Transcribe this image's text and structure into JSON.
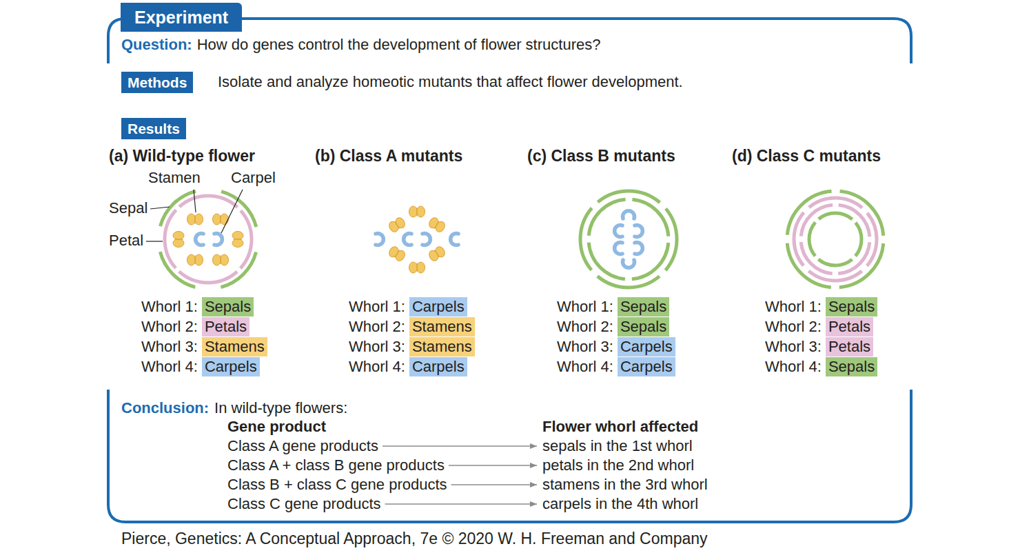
{
  "diagram": {
    "caption": "Pierce, Genetics: A Conceptual Approach, 7e © 2020 W. H. Freeman and Company",
    "nodes": [
      {
        "text": [
          "Experiment"
        ]
      },
      {
        "text": [
          "Methods"
        ]
      },
      {
        "text": [
          "Results"
        ]
      },
      {
        "text": [
          "Sepals"
        ]
      },
      {
        "text": [
          "Petals"
        ]
      },
      {
        "text": [
          "Stamens"
        ]
      },
      {
        "text": [
          "Carpels"
        ]
      },
      {
        "text": [
          "Carpels"
        ]
      },
      {
        "text": [
          "Stamens"
        ]
      },
      {
        "text": [
          "Stamens"
        ]
      },
      {
        "text": [
          "Carpels"
        ]
      },
      {
        "text": [
          "Sepals"
        ]
      },
      {
        "text": [
          "Sepals"
        ]
      },
      {
        "text": [
          "Carpels"
        ]
      },
      {
        "text": [
          "Carpels"
        ]
      },
      {
        "text": [
          "Sepals"
        ]
      },
      {
        "text": [
          "Petals"
        ]
      },
      {
        "text": [
          "Petals"
        ]
      },
      {
        "text": [
          "Sepals"
        ]
      }
    ],
    "labels": [
      "Question:",
      "How do genes control the development of flower structures?",
      "Isolate and analyze homeotic mutants that affect flower development.",
      "(a) Wild-type flower",
      "(b) Class A mutants",
      "(c) Class B mutants",
      "(d) Class C mutants",
      "Stamen",
      "Carpel",
      "Sepal",
      "Petal",
      "Whorl 1:",
      "Whorl 2:",
      "Whorl 3:",
      "Whorl 4:",
      "Whorl 1:",
      "Whorl 2:",
      "Whorl 3:",
      "Whorl 4:",
      "Whorl 1:",
      "Whorl 2:",
      "Whorl 3:",
      "Whorl 4:",
      "Whorl 1:",
      "Whorl 2:",
      "Whorl 3:",
      "Whorl 4:",
      "Conclusion:",
      "In wild-type flowers:",
      "Gene product",
      "Flower whorl affected",
      "Class A gene products",
      "sepals in the 1st whorl",
      "Class A + class B gene products",
      "petals in the 2nd whorl",
      "Class B + class C gene products",
      "stamens in the 3rd whorl",
      "Class C gene products",
      "carpels in the 4th whorl"
    ]
  }
}
